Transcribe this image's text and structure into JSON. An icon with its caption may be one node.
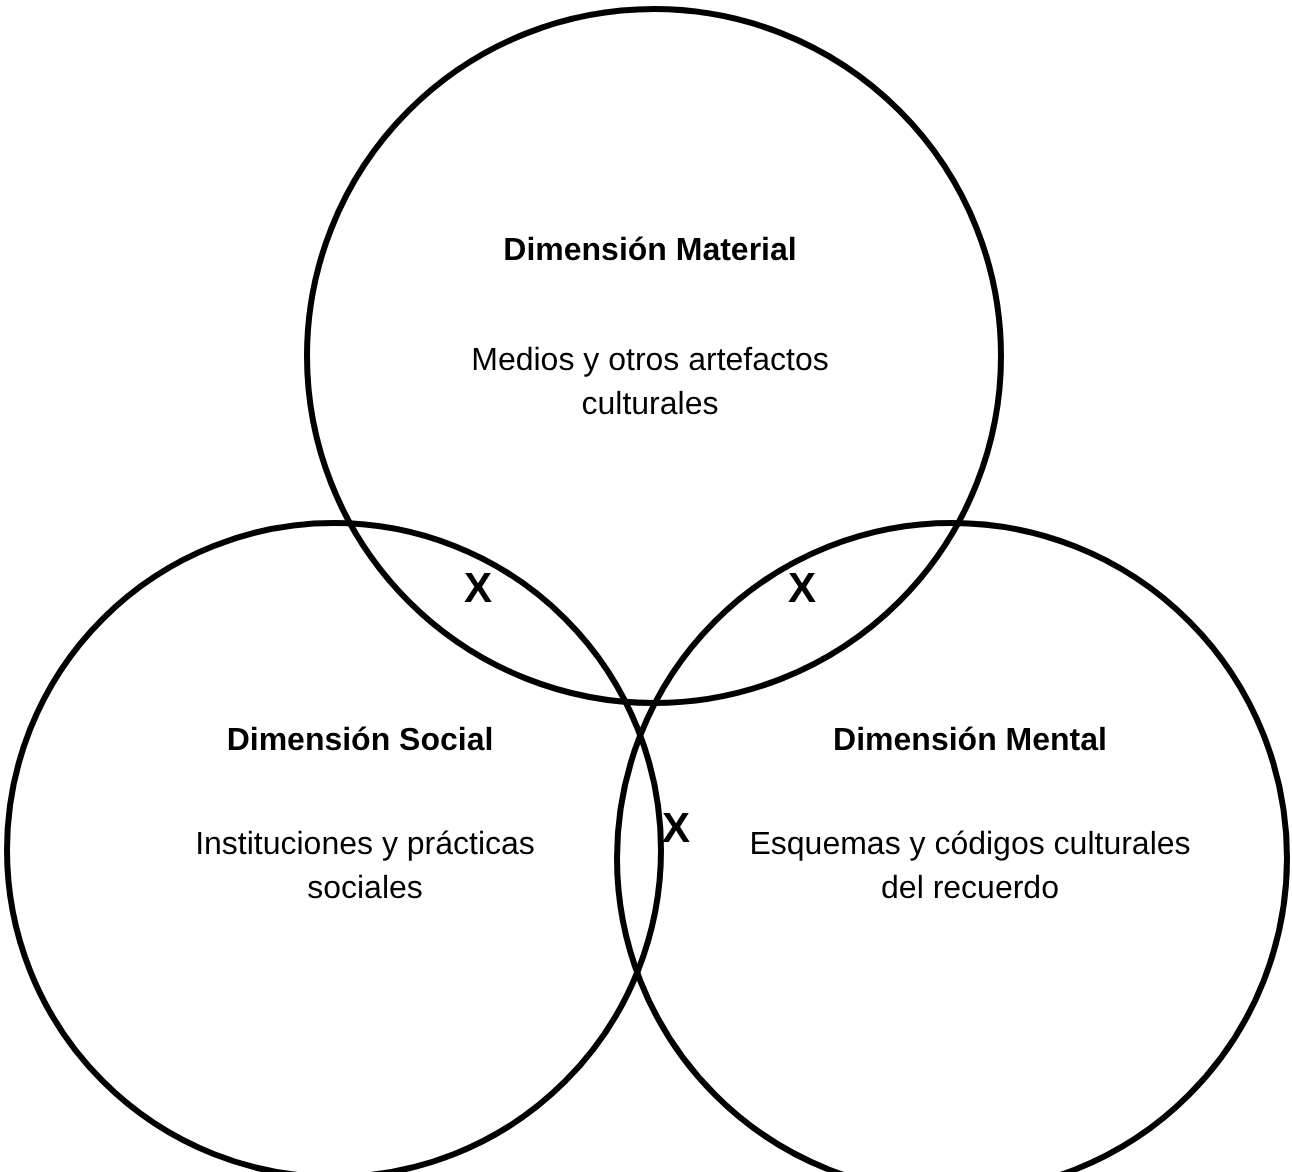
{
  "diagram": {
    "nodes": [
      {
        "text": [
          "Dimensión Material",
          "Medios y otros artefactos culturales"
        ]
      },
      {
        "text": [
          "Dimensión Social",
          "Instituciones y prácticas sociales"
        ]
      },
      {
        "text": [
          "Dimensión Mental",
          "Esquemas y códigos culturales del recuerdo"
        ]
      }
    ],
    "edges": [],
    "labels": [
      "X",
      "X",
      "X"
    ]
  }
}
